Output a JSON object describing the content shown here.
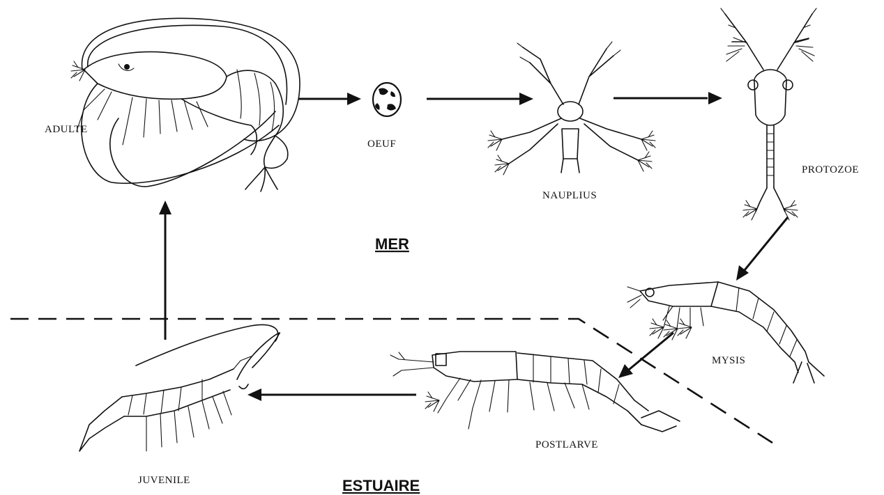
{
  "stages": {
    "adulte": "ADULTE",
    "oeuf": "OEUF",
    "nauplius": "NAUPLIUS",
    "protozoe": "PROTOZOE",
    "mysis": "MYSIS",
    "postlarve": "POSTLARVE",
    "juvenile": "JUVENILE"
  },
  "zones": {
    "sea": "MER",
    "estuary": "ESTUAIRE"
  }
}
